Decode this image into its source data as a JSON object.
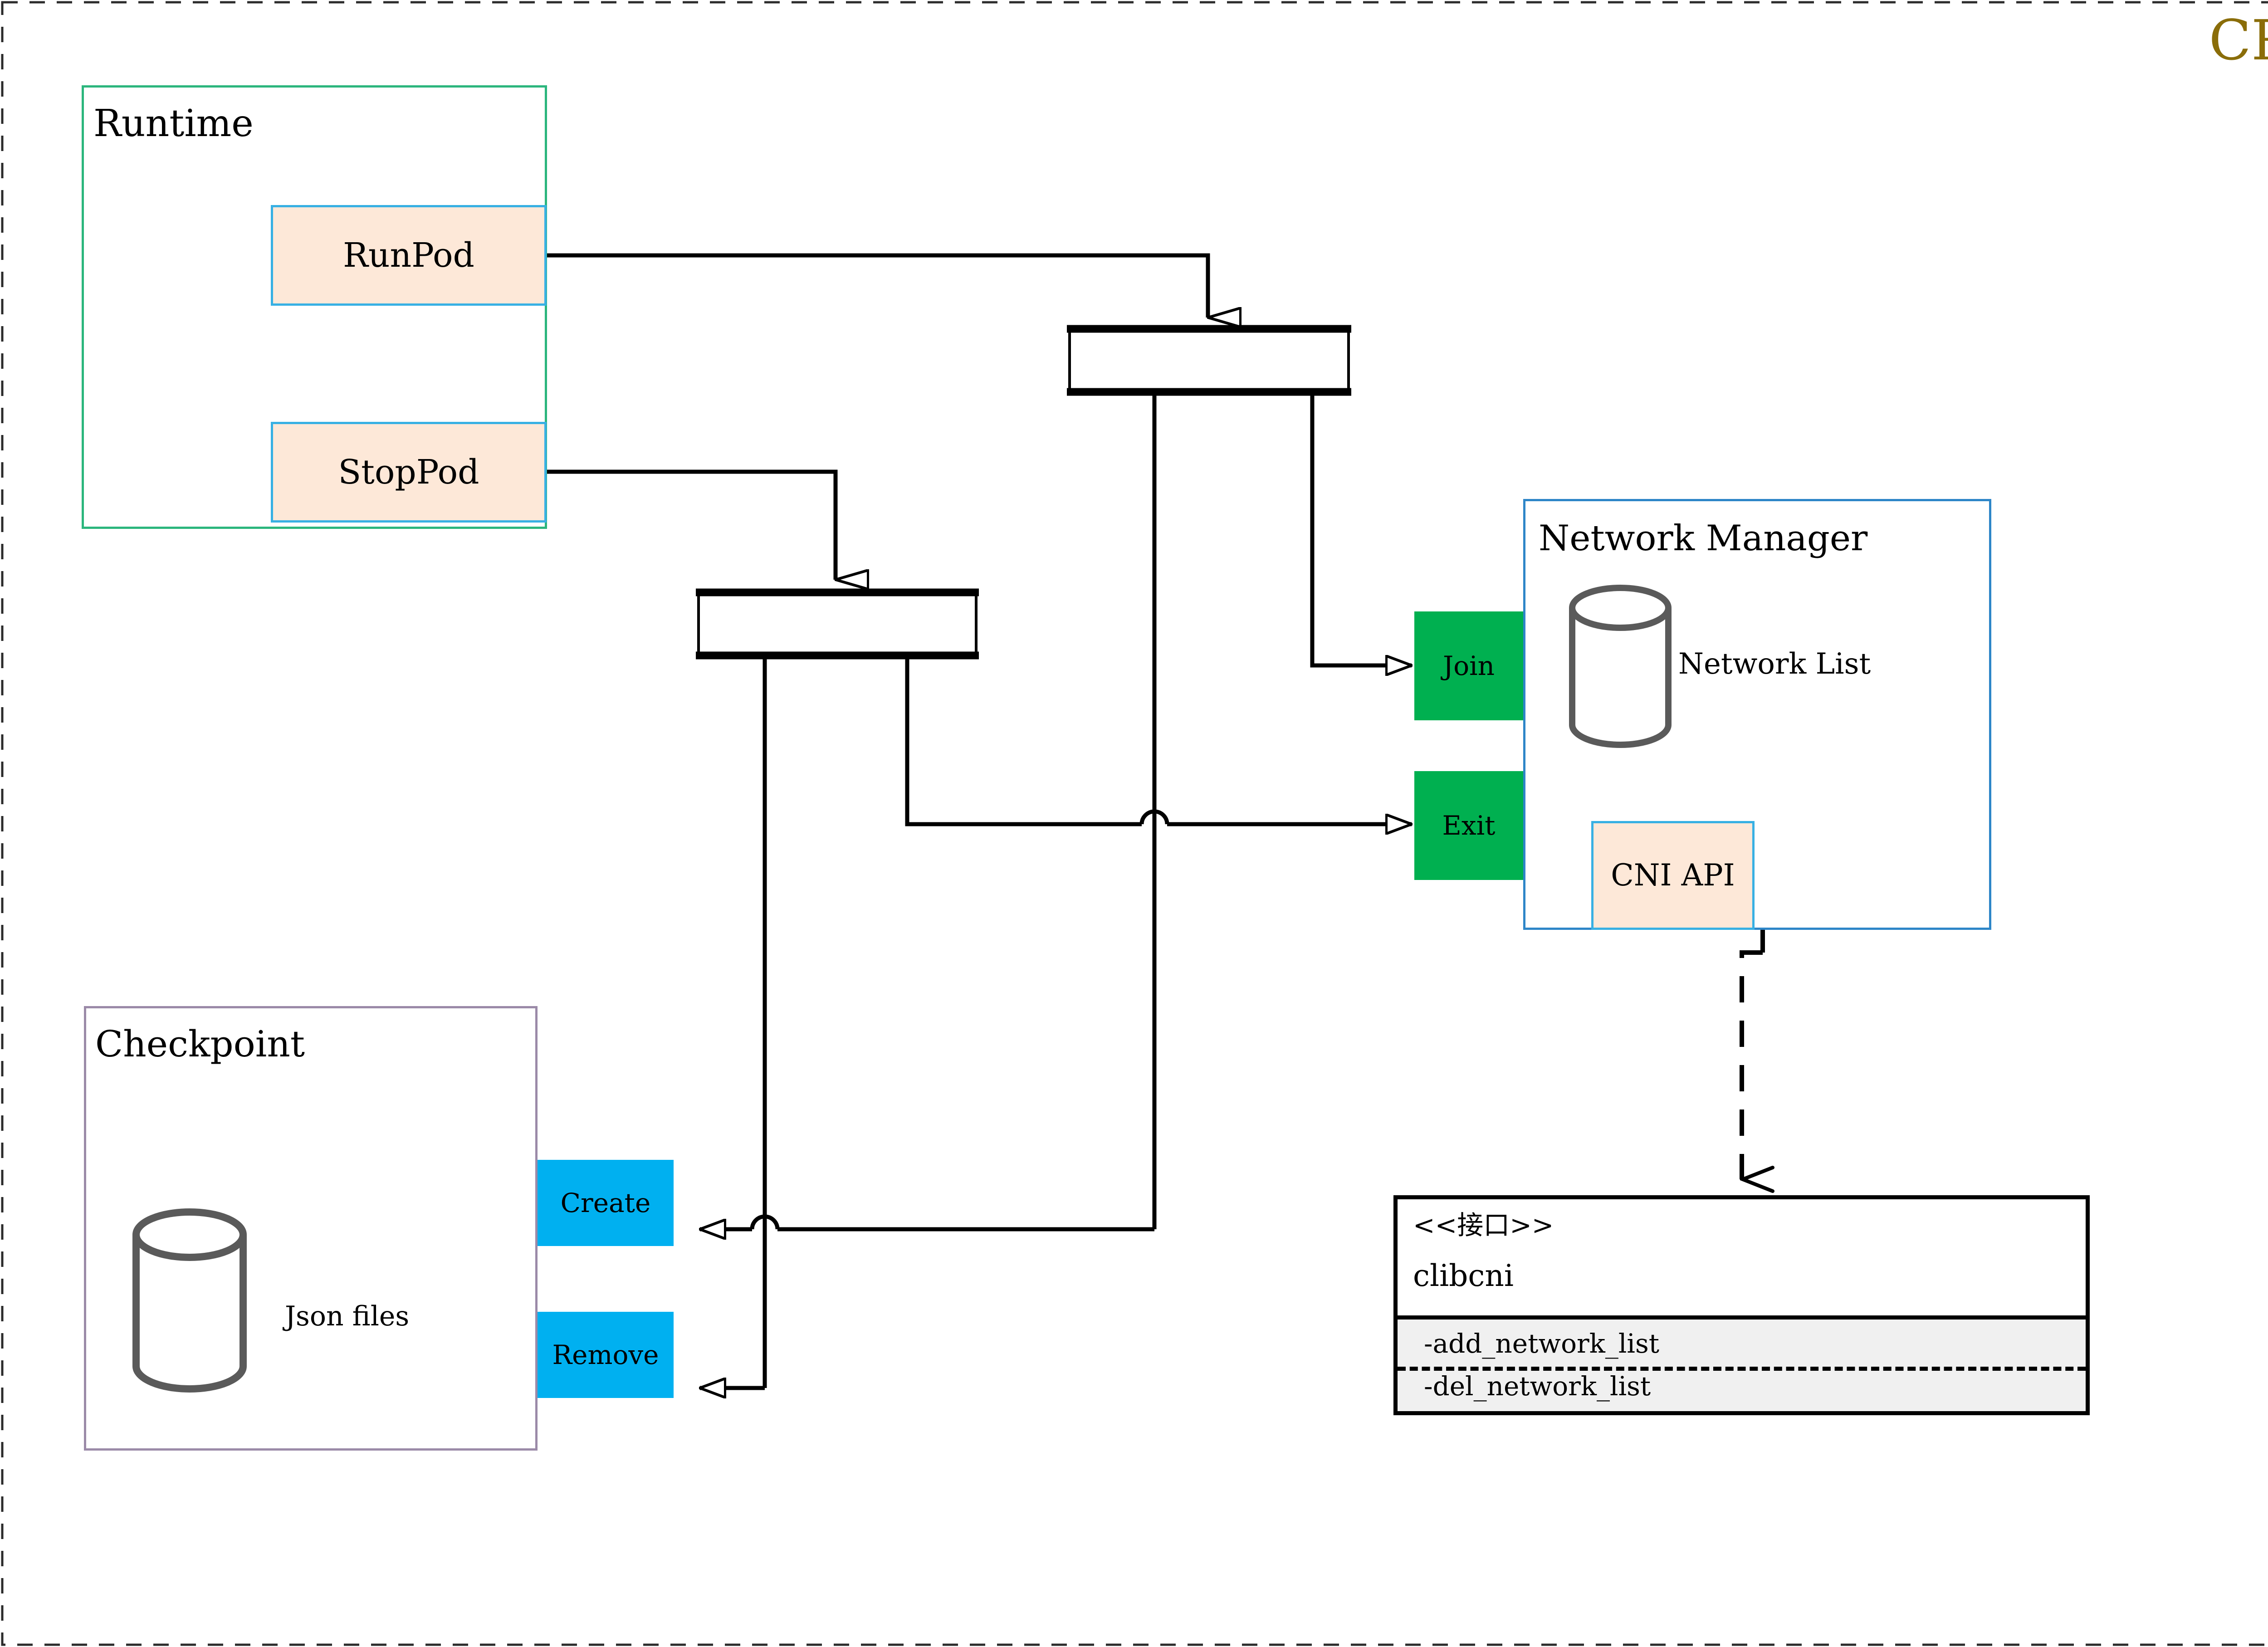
{
  "title": "CRI",
  "title_color": "#8a6d09",
  "colors": {
    "runtime_border": "#2cb67d",
    "method_fill": "#fde8d8",
    "method_border": "#38b0e3",
    "green_fill": "#00b050",
    "cyan_fill": "#00b0f0",
    "checkpoint_border": "#9b8aa8",
    "cylinder_stroke": "#5a5a5a",
    "interface_compartment": "#f0f0f0",
    "line": "#000000",
    "outer_border": "#2b2b2b"
  },
  "runtime": {
    "label": "Runtime",
    "methods": [
      {
        "label": "RunPod"
      },
      {
        "label": "StopPod"
      }
    ]
  },
  "network_manager": {
    "label": "Network Manager",
    "store_label": "Network List",
    "api_label": "CNI API",
    "ports": [
      {
        "label": "Join"
      },
      {
        "label": "Exit"
      }
    ]
  },
  "checkpoint": {
    "label": "Checkpoint",
    "store_label": "Json files",
    "ports": [
      {
        "label": "Create"
      },
      {
        "label": "Remove"
      }
    ]
  },
  "interface": {
    "stereotype": "<<接口>>",
    "name": "clibcni",
    "operations": [
      {
        "label": "-add_network_list"
      },
      {
        "label": "-del_network_list"
      }
    ]
  },
  "forks": [
    {
      "name": "runpod-fork"
    },
    {
      "name": "stoppod-fork"
    }
  ]
}
